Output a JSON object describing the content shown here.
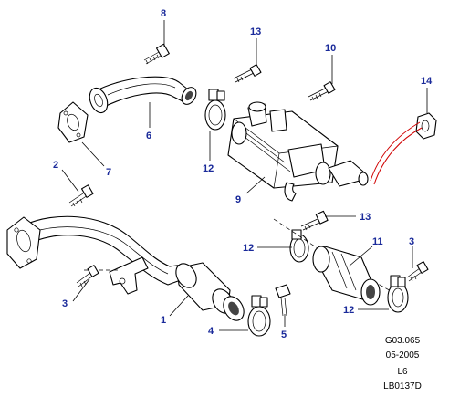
{
  "callouts": {
    "c1": "1",
    "c2": "2",
    "c3a": "3",
    "c3b": "3",
    "c4": "4",
    "c5": "5",
    "c6": "6",
    "c7": "7",
    "c8": "8",
    "c9": "9",
    "c10": "10",
    "c11": "11",
    "c12a": "12",
    "c12b": "12",
    "c12c": "12",
    "c13a": "13",
    "c13b": "13",
    "c14": "14"
  },
  "reference": {
    "line1": "G03.065",
    "line2": "05-2005",
    "line3": "L6",
    "line4": "LB0137D"
  },
  "colors": {
    "callout": "#1a2a9a",
    "hose": "#d00000"
  }
}
